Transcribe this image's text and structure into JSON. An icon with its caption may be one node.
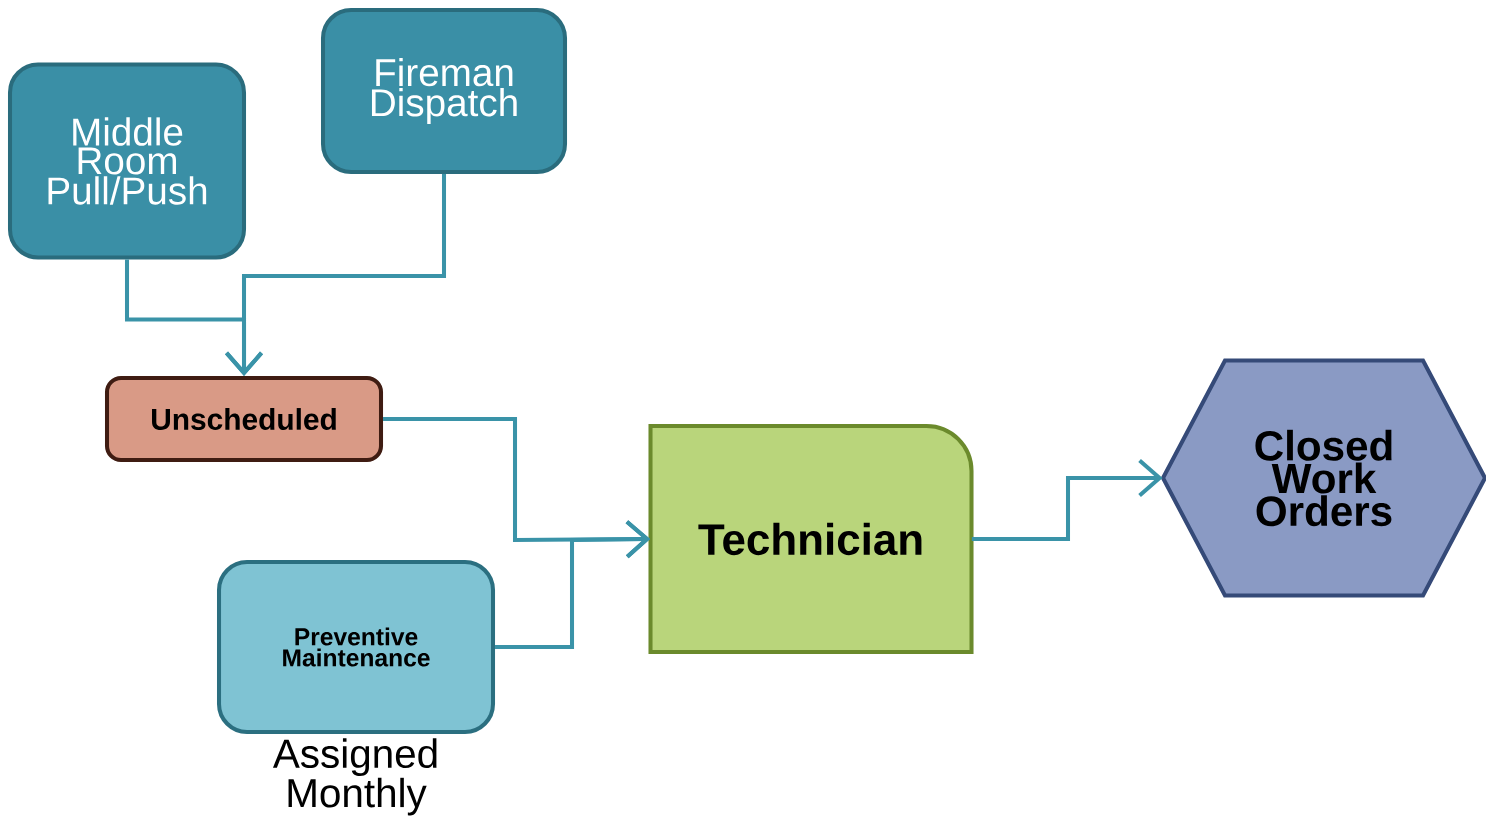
{
  "diagram": {
    "nodes": [
      {
        "text": [
          "Middle Room Pull/Push"
        ]
      },
      {
        "text": [
          "Fireman Dispatch"
        ]
      },
      {
        "text": [
          "Unscheduled"
        ]
      },
      {
        "text": [
          "Preventive Maintenance"
        ],
        "beside": [
          "Assigned Monthly"
        ]
      },
      {
        "text": [
          "Technician"
        ]
      },
      {
        "text": [
          "Closed Work Orders"
        ]
      }
    ],
    "edges": [
      {
        "from": 0,
        "to": 2,
        "arrow": "to"
      },
      {
        "from": 1,
        "to": 2,
        "arrow": "to"
      },
      {
        "from": 2,
        "to": 4,
        "arrow": "to"
      },
      {
        "from": 3,
        "to": 4,
        "arrow": "to"
      },
      {
        "from": 4,
        "to": 5,
        "arrow": "to"
      }
    ]
  }
}
